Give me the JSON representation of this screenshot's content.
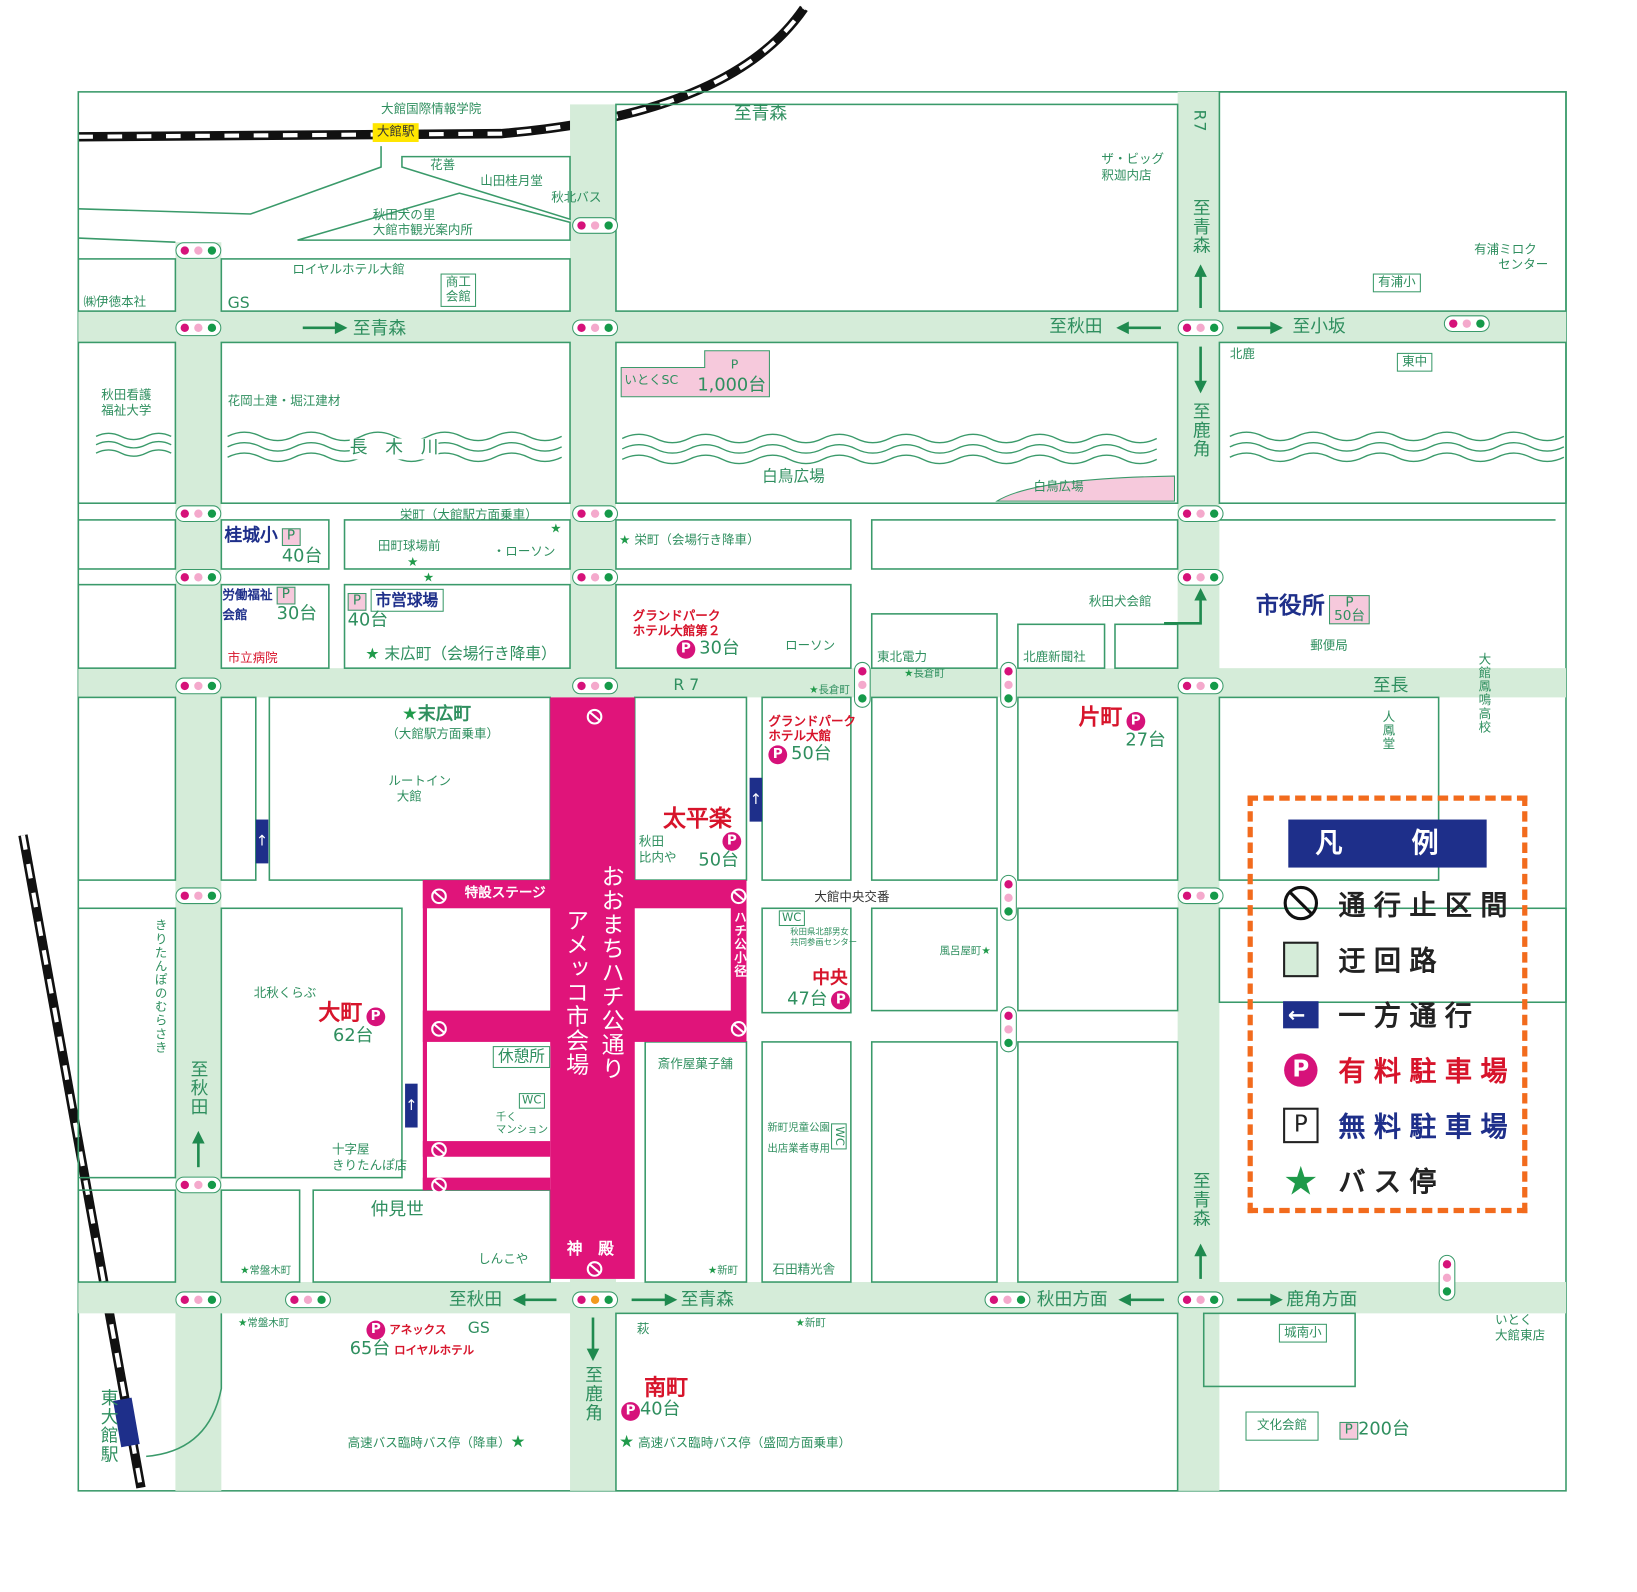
{
  "station": {
    "name": "大館駅",
    "east": "東大館駅"
  },
  "top": {
    "school": "大館国際情報学院",
    "aomori": "至青森",
    "hanazen": "花善",
    "yamada": "山田桂月堂",
    "bus": "秋北バス",
    "akitainu1": "秋田犬の里",
    "akitainu2": "大館市観光案内所",
    "royal": "ロイヤルホテル大館",
    "shoko": "商工",
    "kaikan": "会館",
    "itoku": "㈱伊徳本社",
    "gs": "GS",
    "big1": "ザ・ビッグ",
    "big2": "釈迦内店",
    "r7v": "R7",
    "miroku1": "有浦ミロク",
    "miroku2": "センター",
    "ariura": "有浦小",
    "hokuroku": "北鹿",
    "higashi": "東中"
  },
  "directions": {
    "aomori1": "至青森",
    "akita1": "至秋田",
    "kosaka": "至小坂",
    "aomori_v": "至青森",
    "kazuno_v": "至鹿角",
    "akita_v": "至秋田",
    "aomori_v2": "至青森",
    "akita2": "至秋田",
    "aomori2": "至青森",
    "akita_dir": "秋田方面",
    "kazuno_dir": "鹿角方面",
    "kazuno_v2": "至鹿角",
    "cho": "至長",
    "r7": "R 7"
  },
  "mid": {
    "itokusc": "いとくSC",
    "itokusc_p": "P",
    "itokusc_cnt": "1,000台",
    "kango1": "秋田看護",
    "kango2": "福祉大学",
    "hanaoka": "花岡土建・堀江建材",
    "river": "長　木　川",
    "hakucho": "白鳥広場",
    "hakucho2": "白鳥広場",
    "sakae1": "栄町（大館駅方面乗車）",
    "tamachi": "田町球場前",
    "lawson1": "・ローソン",
    "sakae2": "栄町（会場行き降車）",
    "hospital": "市立病院",
    "suehiro1": "末広町（会場行き降車）",
    "lawson2": "ローソン",
    "tohoku": "東北電力",
    "nagakura1": "長倉町",
    "nagakura2": "長倉町",
    "hokushika": "北鹿新聞社",
    "inukaikan": "秋田犬会館",
    "post": "郵便局",
    "route": "ルートイン",
    "route2": "大館",
    "jinho": "人鳳堂",
    "homei": "大館鳳鳴高校",
    "suehiro2": "末広町",
    "suehiro2b": "（大館駅方面乗車）",
    "hinaiya1": "秋田",
    "hinaiya2": "比内や",
    "koban": "大館中央交番",
    "center1": "秋田県北部男女",
    "center2": "共同参画センター",
    "furoya": "風呂屋町",
    "kiritanpo": "きりたんぽのむらさき",
    "hokushu": "北秋くらぶ",
    "kyukei": "休憩所",
    "wc": "WC",
    "mansion1": "千く",
    "mansion2": "マンション",
    "saisaku": "斎作屋菓子舗",
    "juji1": "十字屋",
    "juji2": "きりたんぽ店",
    "park1": "新町児童公園",
    "park2": "出店業者専用",
    "nakamise": "仲見世",
    "shinden": "神　殿",
    "shinkoya": "しんこや",
    "tokiwa1": "常盤木町",
    "tokiwa2": "常盤木町",
    "shinmachi1": "新町",
    "shinmachi2": "新町",
    "ishida": "石田精光舎",
    "hagi": "萩",
    "annex1": "アネックス",
    "annex2": "ロイヤルホテル",
    "gs2": "GS",
    "itoku_e1": "いとく",
    "itoku_e2": "大館東店",
    "jonan": "城南小",
    "bunka": "文化会館",
    "kosoku1": "高速バス臨時バス停（降車）",
    "kosoku2": "高速バス臨時バス停（盛岡方面乗車）"
  },
  "festival": {
    "street": "おおまちハチ公通り",
    "venue": "アメッコ市会場",
    "stage": "特設ステージ",
    "komichi": "ハチ公小径"
  },
  "parking": {
    "keijo": {
      "name": "桂城小",
      "p": "P",
      "count": "40台"
    },
    "rodo": {
      "name1": "労働福祉",
      "name2": "会館",
      "p": "P",
      "count": "30台"
    },
    "kyujo": {
      "name": "市営球場",
      "p": "P",
      "count": "40台"
    },
    "gp2": {
      "name1": "グランドパーク",
      "name2": "ホテル大館第２",
      "p": "P",
      "count": "30台"
    },
    "shiyakusho": {
      "name": "市役所",
      "p": "P",
      "count": "50台"
    },
    "gp": {
      "name1": "グランドパーク",
      "name2": "ホテル大館",
      "p": "P",
      "count": "50台"
    },
    "katamachi": {
      "name": "片町",
      "p": "P",
      "count": "27台"
    },
    "taiheiraku": {
      "name": "太平楽",
      "p": "P",
      "count": "50台"
    },
    "chuo": {
      "name": "中央",
      "p": "P",
      "count": "47台"
    },
    "omachi": {
      "name": "大町",
      "p": "P",
      "count": "62台"
    },
    "annex": {
      "p": "P",
      "count": "65台"
    },
    "minami": {
      "name": "南町",
      "p": "P",
      "count": "40台"
    },
    "bunka": {
      "p": "P",
      "count": "200台"
    }
  },
  "legend": {
    "title": "凡　例",
    "closed": "通行止区間",
    "detour": "迂回路",
    "oneway": "一方通行",
    "paid": "有料駐車場",
    "paid_p": "P",
    "free": "無料駐車場",
    "free_p": "P",
    "bus": "バス停"
  },
  "colors": {
    "festival": "#e0147a",
    "road": "#d5ecd9",
    "line": "#3a9a6a",
    "legend_border": "#f26b1d",
    "navy": "#1e2f8a"
  }
}
